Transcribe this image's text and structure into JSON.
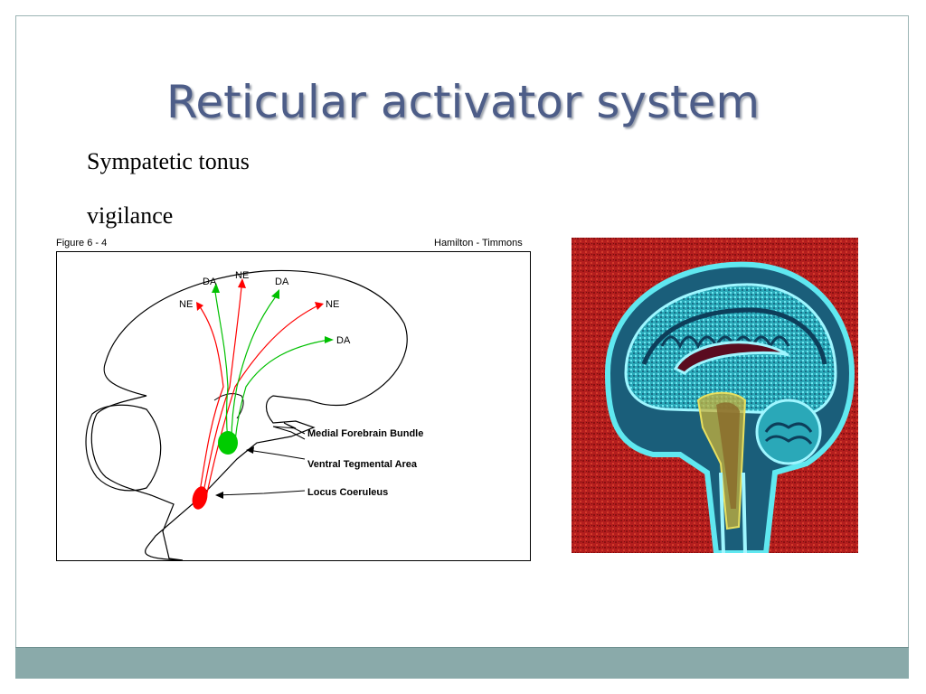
{
  "slide": {
    "title": "Reticular activator system",
    "bullets": [
      "Sympatetic tonus",
      "vigilance"
    ]
  },
  "figure": {
    "caption_left": "Figure 6 - 4",
    "caption_right": "Hamilton - Timmons",
    "arrow_labels": {
      "ne_left": "NE",
      "da_left": "DA",
      "ne_top": "NE",
      "da_mid": "DA",
      "ne_right": "NE",
      "da_right": "DA"
    },
    "structure_labels": {
      "mfb": "Medial Forebrain Bundle",
      "vta": "Ventral Tegmental Area",
      "lc": "Locus Coeruleus"
    }
  },
  "colors": {
    "title": "#4d5d88",
    "footer": "#8aaaaa",
    "ne_pathway": "#ff0000",
    "da_pathway": "#00c000"
  }
}
